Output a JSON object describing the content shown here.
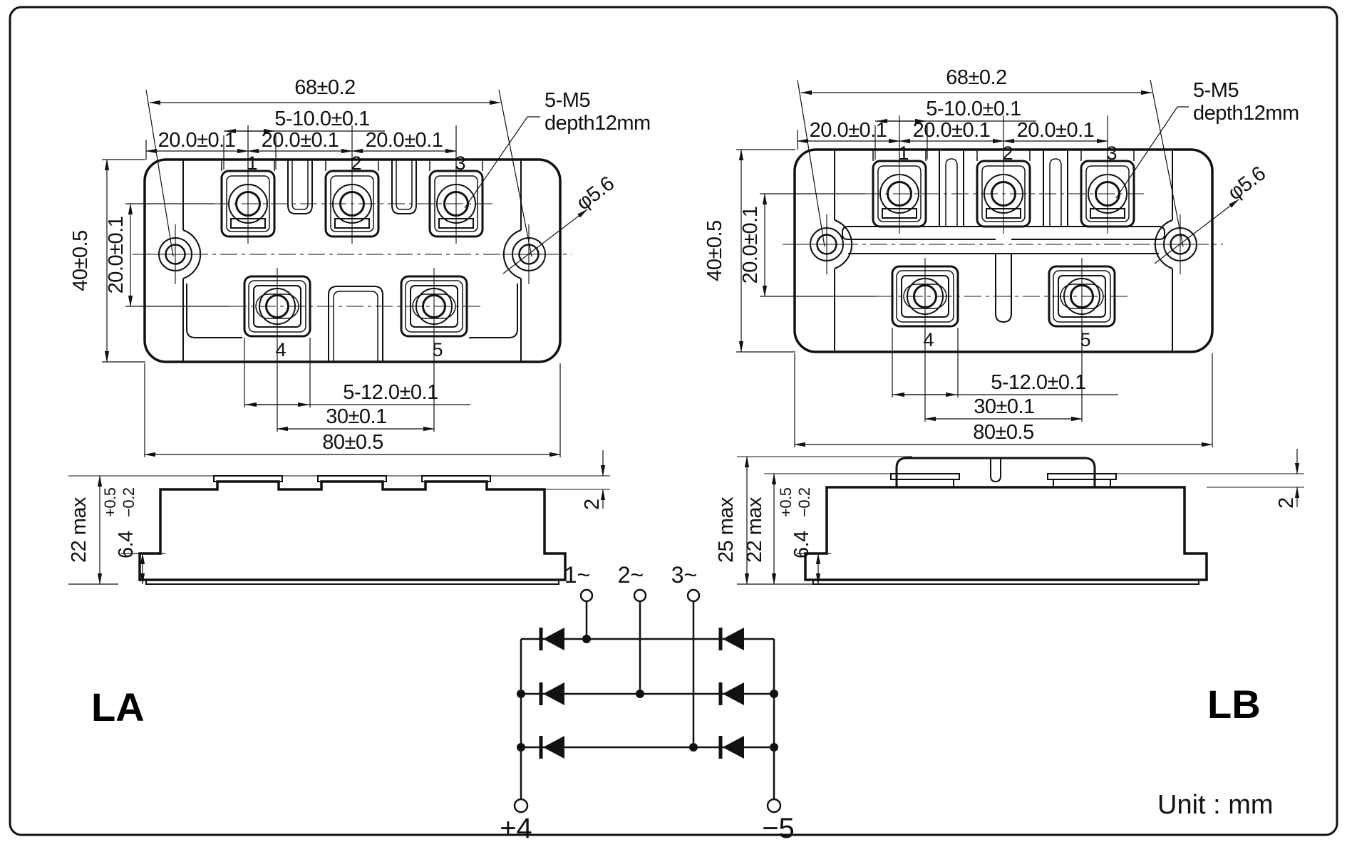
{
  "drawing": {
    "unit_note": "Unit : mm",
    "views": {
      "left_label": "LA",
      "right_label": "LB"
    },
    "dims": {
      "hole_pitch": "68±0.2",
      "top_terminal": "5-10.0±0.1",
      "pitch_20": "20.0±0.1",
      "height": "40±0.5",
      "row_pitch": "20.0±0.1",
      "bottom_terminal": "5-12.0±0.1",
      "bottom_pitch": "30±0.1",
      "width": "80±0.5",
      "screw_note_1": "5-M5",
      "screw_note_2": "depth12mm",
      "hole_dia": "φ5.6",
      "step": "2",
      "base_thick": "6.4",
      "base_tol_plus": "+0.5",
      "base_tol_minus": "−0.2",
      "la_height_max": "22 max",
      "lb_height_max": "25 max",
      "lb_height_inner": "22 max"
    },
    "terminal_numbers": [
      "1",
      "2",
      "3",
      "4",
      "5"
    ],
    "circuit": {
      "ac": [
        "1~",
        "2~",
        "3~"
      ],
      "positive": "+4",
      "negative": "−5"
    }
  }
}
